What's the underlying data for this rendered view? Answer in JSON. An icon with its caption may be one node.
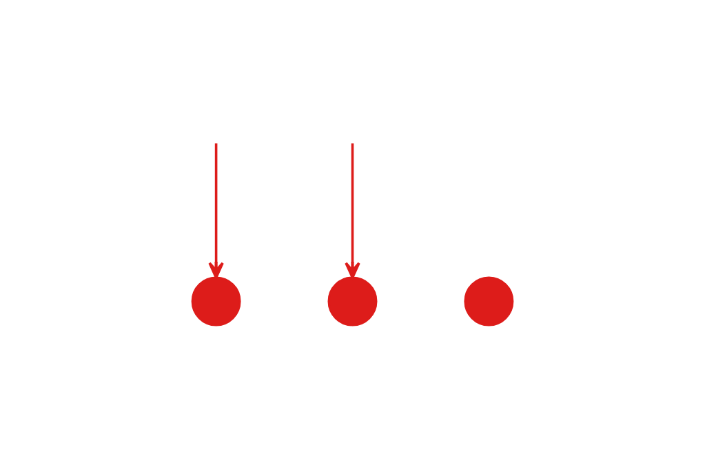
{
  "diagram": {
    "nodes": [
      {
        "text": [],
        "shape": "circle"
      },
      {
        "text": [],
        "shape": "circle"
      },
      {
        "text": [],
        "shape": "circle"
      }
    ],
    "edges": [
      {
        "from": null,
        "to": 0,
        "arrow": "to"
      },
      {
        "from": null,
        "to": 1,
        "arrow": "to"
      }
    ]
  }
}
